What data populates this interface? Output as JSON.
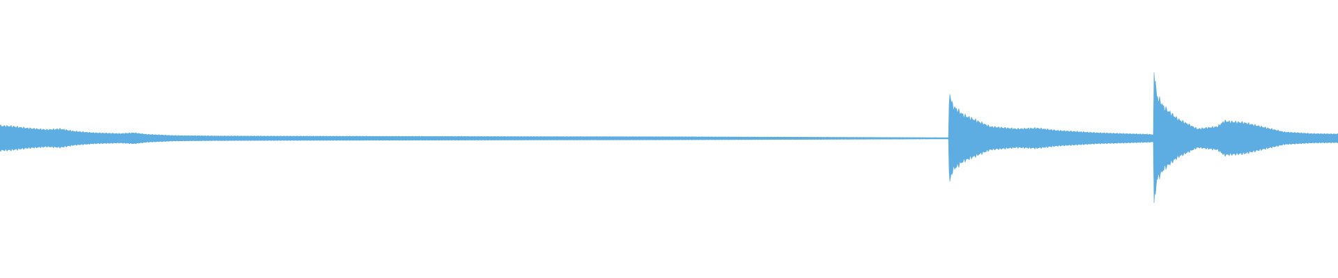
{
  "waveform": {
    "color": "#5DADE2",
    "background": "#ffffff",
    "envelope": [
      [
        0.0,
        0.16
      ],
      [
        0.008,
        0.155
      ],
      [
        0.02,
        0.13
      ],
      [
        0.035,
        0.11
      ],
      [
        0.045,
        0.12
      ],
      [
        0.055,
        0.09
      ],
      [
        0.07,
        0.07
      ],
      [
        0.09,
        0.06
      ],
      [
        0.1,
        0.07
      ],
      [
        0.11,
        0.05
      ],
      [
        0.13,
        0.035
      ],
      [
        0.16,
        0.03
      ],
      [
        0.2,
        0.028
      ],
      [
        0.3,
        0.025
      ],
      [
        0.4,
        0.022
      ],
      [
        0.5,
        0.02
      ],
      [
        0.6,
        0.015
      ],
      [
        0.68,
        0.01
      ],
      [
        0.709,
        0.008
      ],
      [
        0.7095,
        0.6
      ],
      [
        0.712,
        0.42
      ],
      [
        0.72,
        0.3
      ],
      [
        0.74,
        0.15
      ],
      [
        0.76,
        0.12
      ],
      [
        0.775,
        0.13
      ],
      [
        0.79,
        0.1
      ],
      [
        0.82,
        0.07
      ],
      [
        0.86,
        0.05
      ],
      [
        0.862,
        0.045
      ],
      [
        0.8625,
        0.9
      ],
      [
        0.8645,
        0.55
      ],
      [
        0.87,
        0.4
      ],
      [
        0.88,
        0.25
      ],
      [
        0.895,
        0.12
      ],
      [
        0.91,
        0.15
      ],
      [
        0.915,
        0.22
      ],
      [
        0.93,
        0.2
      ],
      [
        0.95,
        0.12
      ],
      [
        0.96,
        0.08
      ],
      [
        0.98,
        0.06
      ],
      [
        1.0,
        0.055
      ]
    ]
  }
}
